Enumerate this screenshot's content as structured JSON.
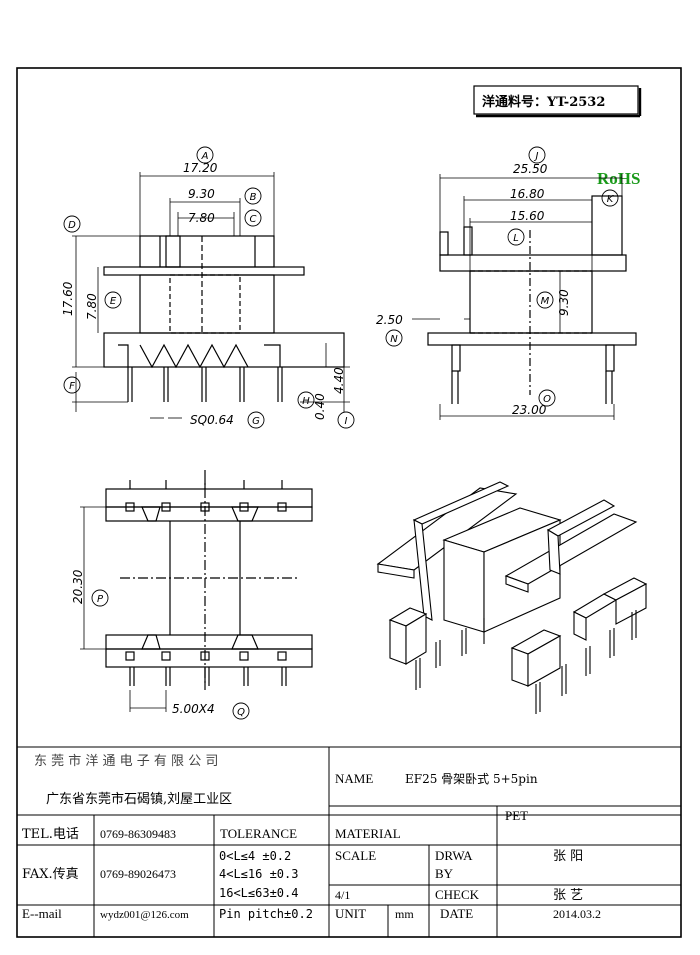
{
  "part_number_box": "洋通料号：YT-2532",
  "rohs": "RoHS",
  "rohs_color": "#1a9a1a",
  "dimensions": {
    "A": "17.20",
    "B": "9.30",
    "C": "7.80",
    "D": "17.60",
    "E": "7.80",
    "F": "F",
    "G": "SQ0.64",
    "H": "0.40",
    "I": "4.40",
    "J": "25.50",
    "K": "16.80",
    "L": "15.60",
    "M": "9.30",
    "N": "2.50",
    "O": "23.00",
    "P": "20.30",
    "Q": "5.00X4"
  },
  "circle_letters": [
    "A",
    "B",
    "C",
    "D",
    "E",
    "F",
    "G",
    "H",
    "I",
    "J",
    "K",
    "L",
    "M",
    "N",
    "O",
    "P",
    "Q"
  ],
  "title_block": {
    "company": "东 莞 市 洋 通 电 子 有 限 公 司",
    "address": "广东省东莞市石碣镇,刘屋工业区",
    "name_label": "NAME",
    "name_value": "EF25 骨架卧式 5+5pin",
    "tel_label": "TEL.电话",
    "tel_value": "0769-86309483",
    "tolerance_label": "TOLERANCE",
    "material_label": "MATERIAL",
    "material_value": "PET",
    "fax_label": "FAX.传真",
    "fax_value": "0769-89026473",
    "tol1": "0<L≤4  ±0.2",
    "tol2": "4<L≤16 ±0.3",
    "tol3": "16<L≤63±0.4",
    "tol4": "Pin pitch±0.2",
    "scale_label": "SCALE",
    "scale_value": "4/1",
    "drawn_label_1": "DRWA",
    "drawn_label_2": "BY",
    "drawn_value": "张 阳",
    "check_label": "CHECK",
    "check_value": "张 艺",
    "email_label": "E--mail",
    "email_value": "wydz001@126.com",
    "unit_label": "UNIT",
    "unit_value": "mm",
    "date_label": "DATE",
    "date_value": "2014.03.2"
  }
}
